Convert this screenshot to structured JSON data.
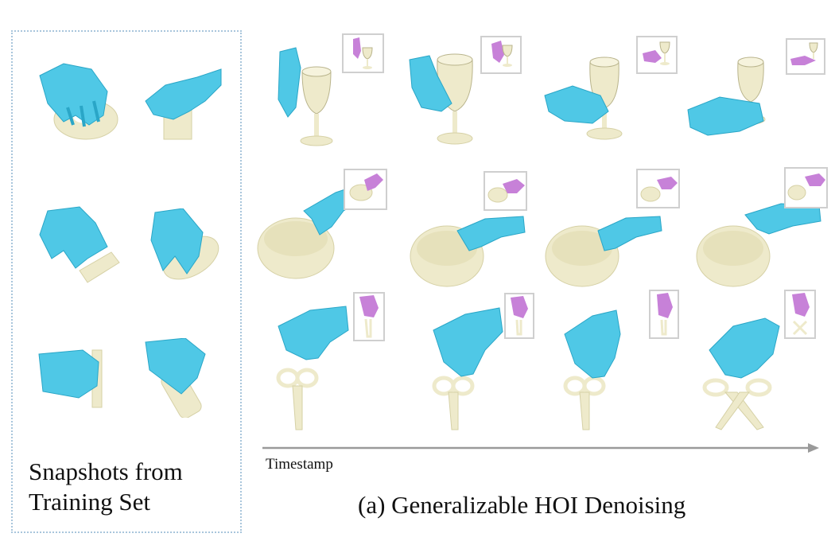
{
  "training_caption": "Snapshots from\nTraining Set",
  "timeline_label": "Timestamp",
  "figure_caption": "(a) Generalizable HOI Denoising",
  "colors": {
    "hand": "#4fc8e6",
    "hand_shadow": "#2aa6c7",
    "object": "#eeeacb",
    "object_shadow": "#d6d1a6",
    "inset_hand": "#c781d8",
    "panel_border": "#a9c6dc",
    "arrow": "#9a9a9a"
  },
  "rows": [
    {
      "object": "wine-glass",
      "frames": 4
    },
    {
      "object": "bowl",
      "frames": 4
    },
    {
      "object": "scissors",
      "frames": 4
    }
  ]
}
